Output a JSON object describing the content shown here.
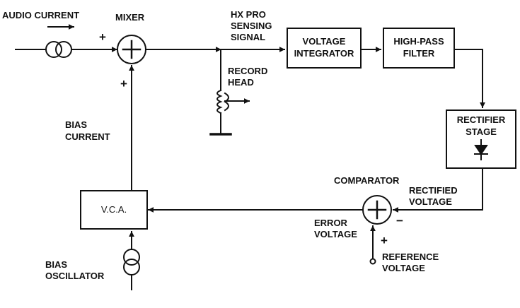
{
  "colors": {
    "ink": "#111111",
    "background": "#ffffff"
  },
  "labels": {
    "audio_current": "AUDIO CURRENT",
    "mixer": "MIXER",
    "hx_pro": [
      "HX PRO",
      "SENSING",
      "SIGNAL"
    ],
    "record_head": [
      "RECORD",
      "HEAD"
    ],
    "bias_current": [
      "BIAS",
      "CURRENT"
    ],
    "comparator": "COMPARATOR",
    "rectified_voltage": [
      "RECTIFIED",
      "VOLTAGE"
    ],
    "error_voltage": [
      "ERROR",
      "VOLTAGE"
    ],
    "reference_voltage": [
      "REFERENCE",
      "VOLTAGE"
    ],
    "bias_oscillator": [
      "BIAS",
      "OSCILLATOR"
    ]
  },
  "blocks": {
    "voltage_integrator": [
      "VOLTAGE",
      "INTEGRATOR"
    ],
    "high_pass_filter": [
      "HIGH-PASS",
      "FILTER"
    ],
    "rectifier_stage": [
      "RECTIFIER",
      "STAGE"
    ],
    "vca": "V.C.A."
  },
  "signs": {
    "mixer_audio_in": "+",
    "mixer_bias_in": "+",
    "comparator_rectified_in": "−",
    "comparator_reference_in": "+"
  },
  "icons": {
    "mixer": "summing-junction-icon",
    "comparator": "summing-junction-icon",
    "audio_source": "current-source-icon",
    "bias_source": "current-source-icon",
    "rectifier": "diode-icon",
    "record_head": "record-head-coil-icon"
  }
}
